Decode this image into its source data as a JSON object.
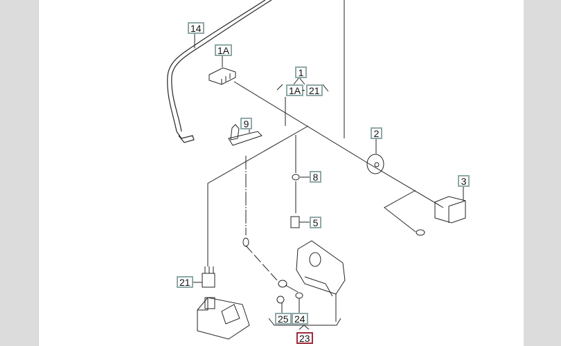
{
  "diagram": {
    "callouts": [
      {
        "label": "14"
      },
      {
        "label": "1A"
      },
      {
        "label": "1"
      },
      {
        "label": "1A"
      },
      {
        "label": "21"
      },
      {
        "label": "9"
      },
      {
        "label": "2"
      },
      {
        "label": "8"
      },
      {
        "label": "3"
      },
      {
        "label": "5"
      },
      {
        "label": "21"
      },
      {
        "label": "25"
      },
      {
        "label": "24"
      },
      {
        "label": "23"
      }
    ],
    "range_separator": "-",
    "selected_callout": "23",
    "colors": {
      "callout_border": "#8fa8a8",
      "selected_border": "#9e2a3c",
      "margin": "#dcdcdc"
    }
  }
}
